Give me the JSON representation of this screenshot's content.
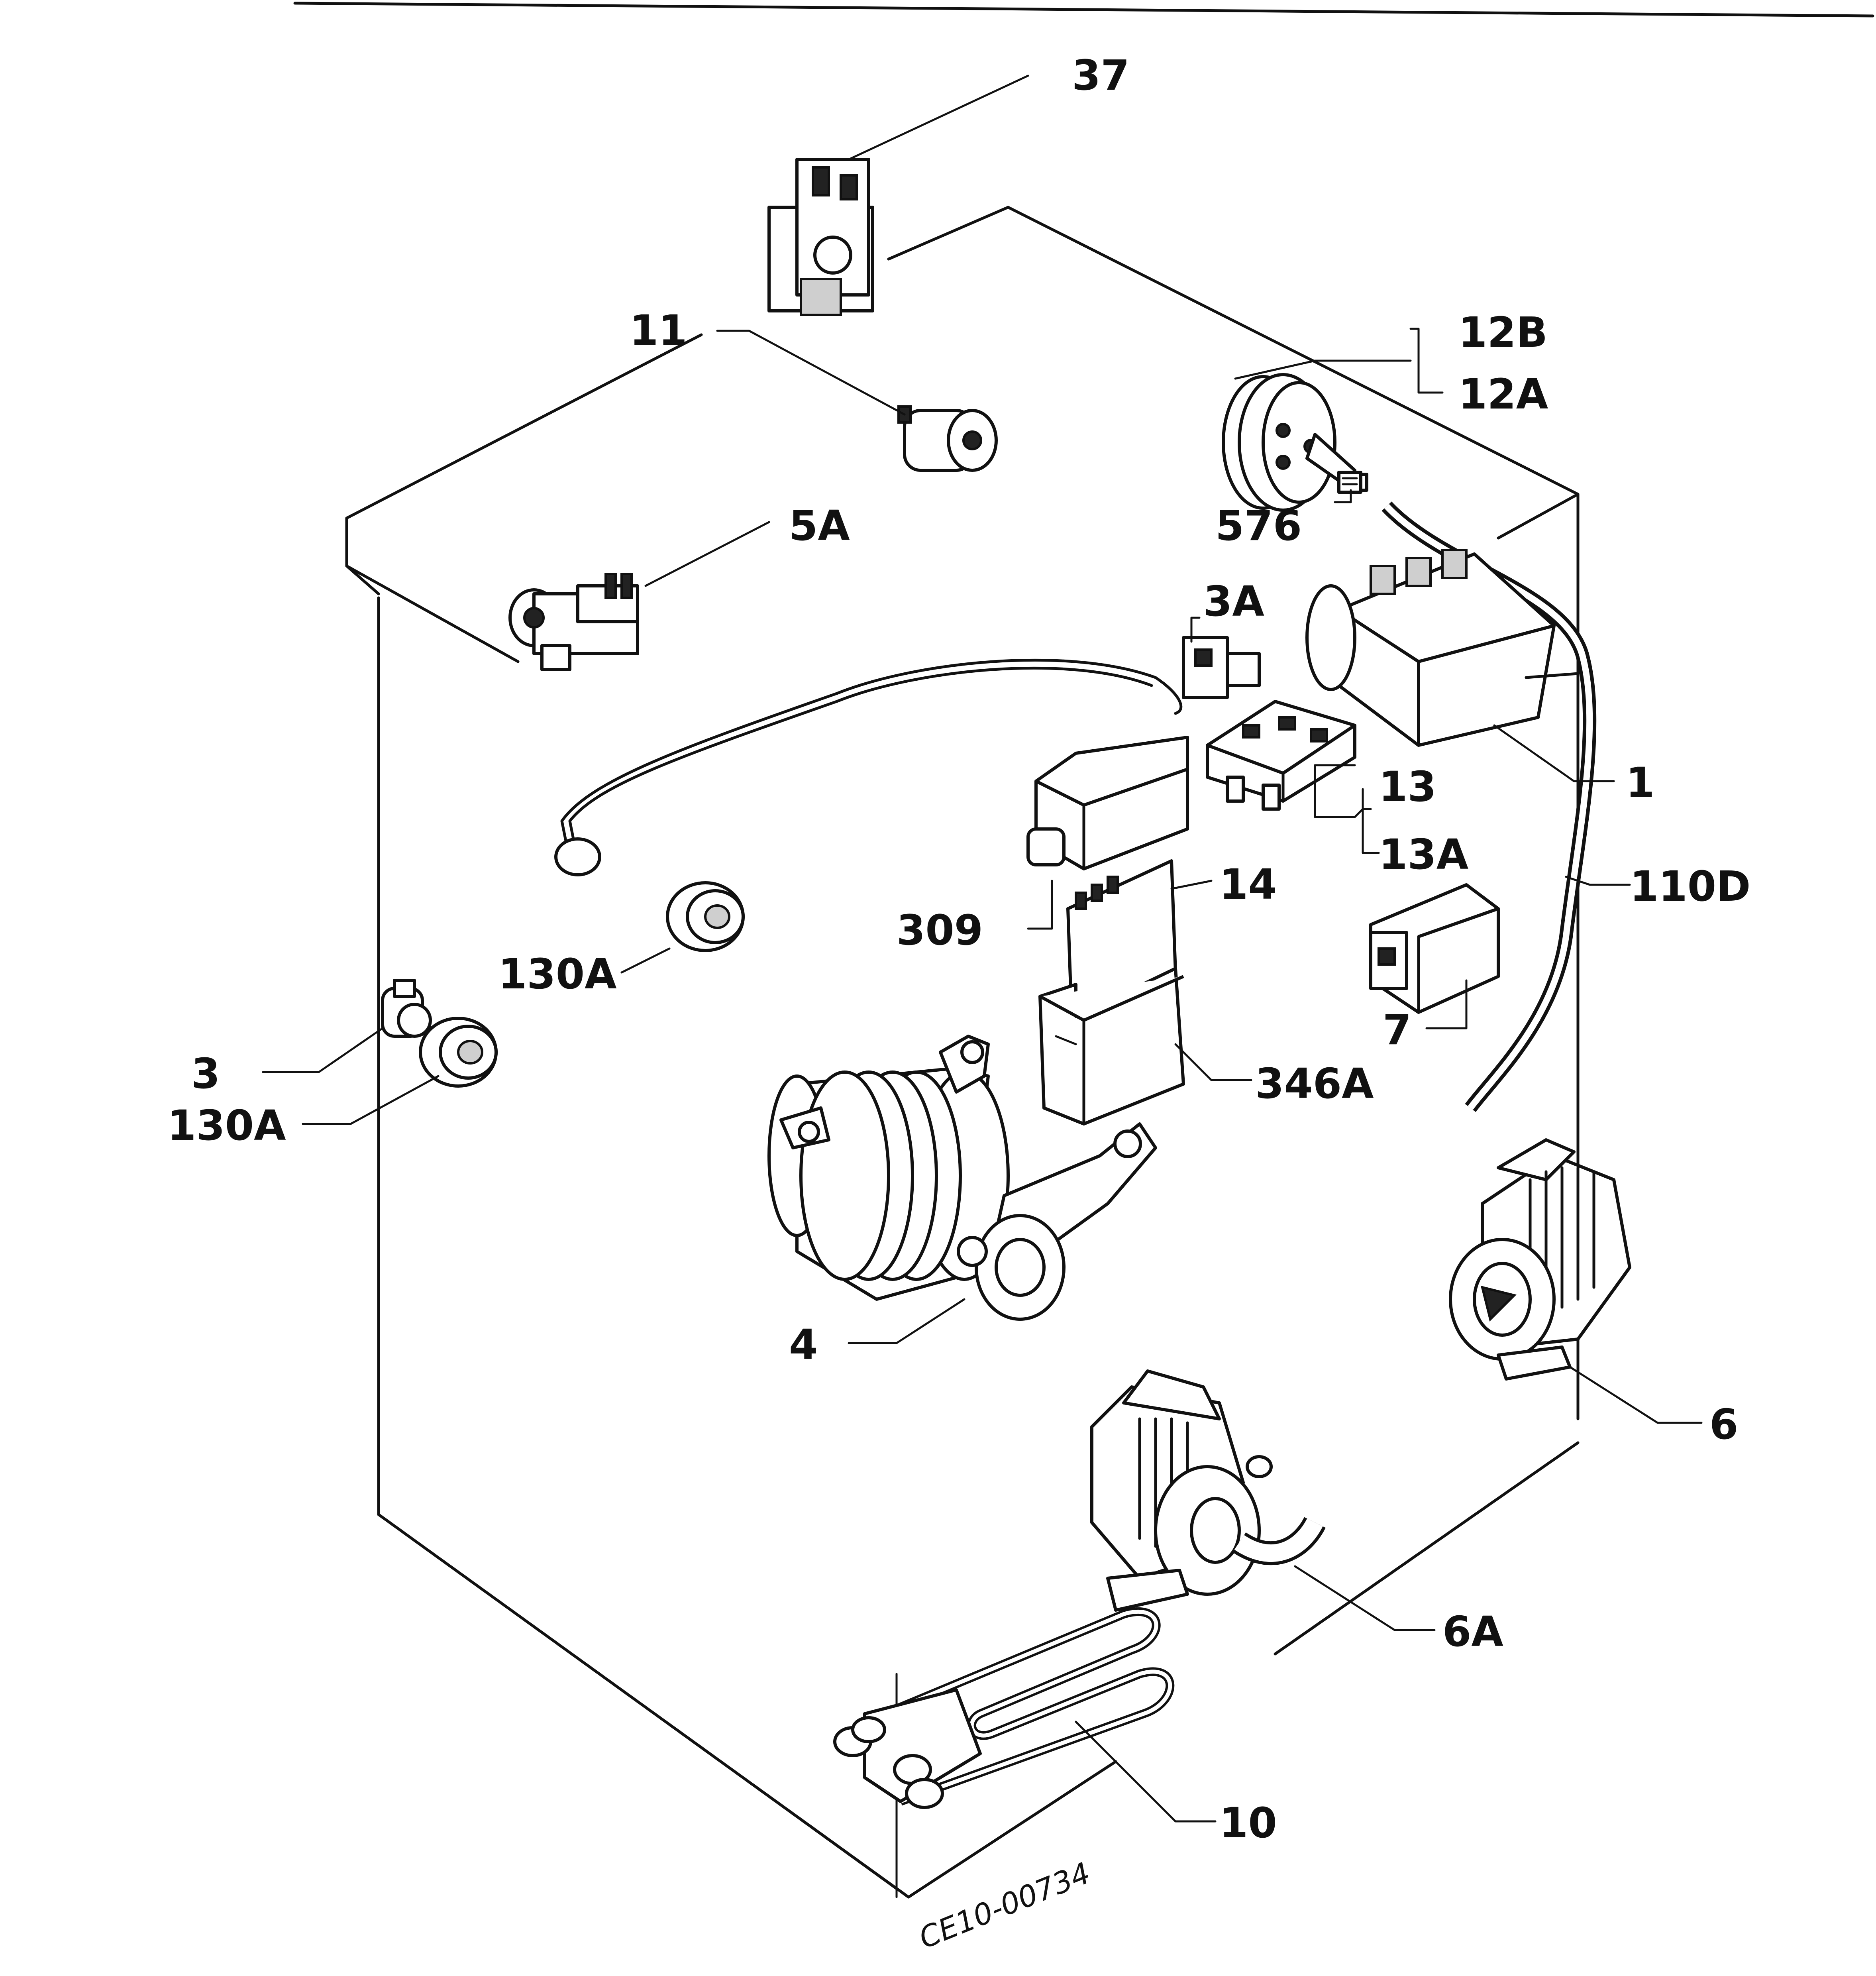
{
  "drawing_code": "CE10-00734",
  "labels": {
    "p37": "37",
    "p11": "11",
    "p12b": "12B",
    "p12a": "12A",
    "p576": "576",
    "p5a": "5A",
    "p3a": "3A",
    "p1": "1",
    "p13": "13",
    "p13a": "13A",
    "p110d": "110D",
    "p309": "309",
    "p14": "14",
    "p130a_top": "130A",
    "p7": "7",
    "p3": "3",
    "p130a_bottom": "130A",
    "p346a": "346A",
    "p4": "4",
    "p6": "6",
    "p6a": "6A",
    "p10": "10"
  },
  "colors": {
    "ink": "#111111",
    "paper": "#ffffff"
  }
}
